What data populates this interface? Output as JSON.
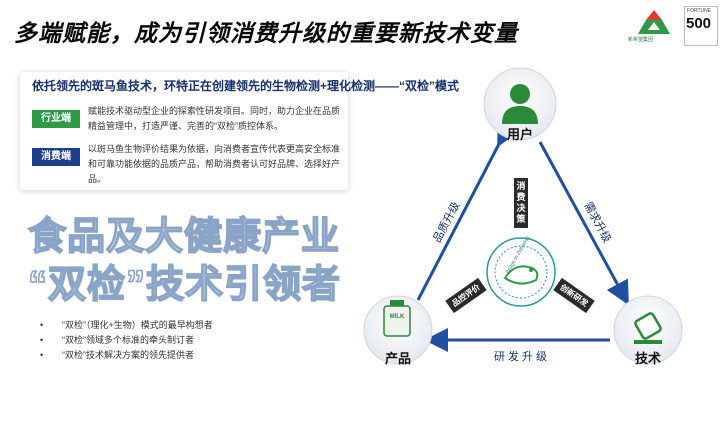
{
  "header": {
    "title": "多端赋能，成为引领消费升级的重要新技术变量",
    "logo_text": "新希望集团",
    "fortune_label": "FORTUNE",
    "fortune_number": "500"
  },
  "panel": {
    "subhead": "依托领先的斑马鱼技术，环特正在创建领先的生物检测+理化检测——“双检”模式",
    "rows": [
      {
        "tag": "行业端",
        "text": "赋能技术驱动型企业的探索性研发项目。同时，助力企业在品质精益管理中，打造严谨、完善的“双检”质控体系。"
      },
      {
        "tag": "消费端",
        "text": "以斑马鱼生物评价结果为依据，向消费者宣传代表更高安全标准和可靠功能依据的品质产品，帮助消费者认可好品牌、选择好产品。"
      }
    ]
  },
  "big_text": {
    "line1": "食品及大健康产业",
    "line2": "“双检”技术引领者"
  },
  "bullets": [
    "“双检”（理化+生物）模式的最早构想者",
    "“双检”领域多个标准的牵头制订者",
    "“双检”技术解决方案的领先提供者"
  ],
  "diagram": {
    "nodes": {
      "user": "用户",
      "product": "产品",
      "tech": "技术"
    },
    "sides": {
      "left": "品质升级",
      "right": "需求升级",
      "bottom": "研发升级"
    },
    "boxes": {
      "top": "消费决策",
      "left": "品控评价",
      "right": "创新研发"
    },
    "center_text": "Bridge to Zebrafish",
    "milk": "MILK"
  },
  "colors": {
    "accent_blue": "#16306e",
    "green": "#2e9a45",
    "node_green": "#2a8a3a"
  }
}
